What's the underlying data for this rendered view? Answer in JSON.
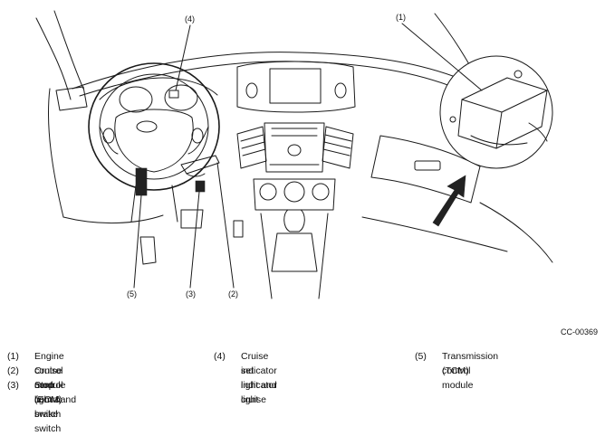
{
  "figure_code": "CC-00369",
  "callouts": {
    "c1": "(1)",
    "c2": "(2)",
    "c3": "(3)",
    "c4": "(4)",
    "c5": "(5)"
  },
  "legend": [
    {
      "num": "(1)",
      "text": "Engine control module (ECM)"
    },
    {
      "num": "(2)",
      "text": "Cruise control command switch"
    },
    {
      "num": "(3)",
      "text": "Stop light & brake switch"
    },
    {
      "num": "(4)",
      "text": "Cruise indicator light and cruise"
    },
    {
      "num": "",
      "text": "set indicator light"
    },
    {
      "num": "(5)",
      "text": "Transmission control module"
    },
    {
      "num": "",
      "text": "(TCM)"
    }
  ]
}
